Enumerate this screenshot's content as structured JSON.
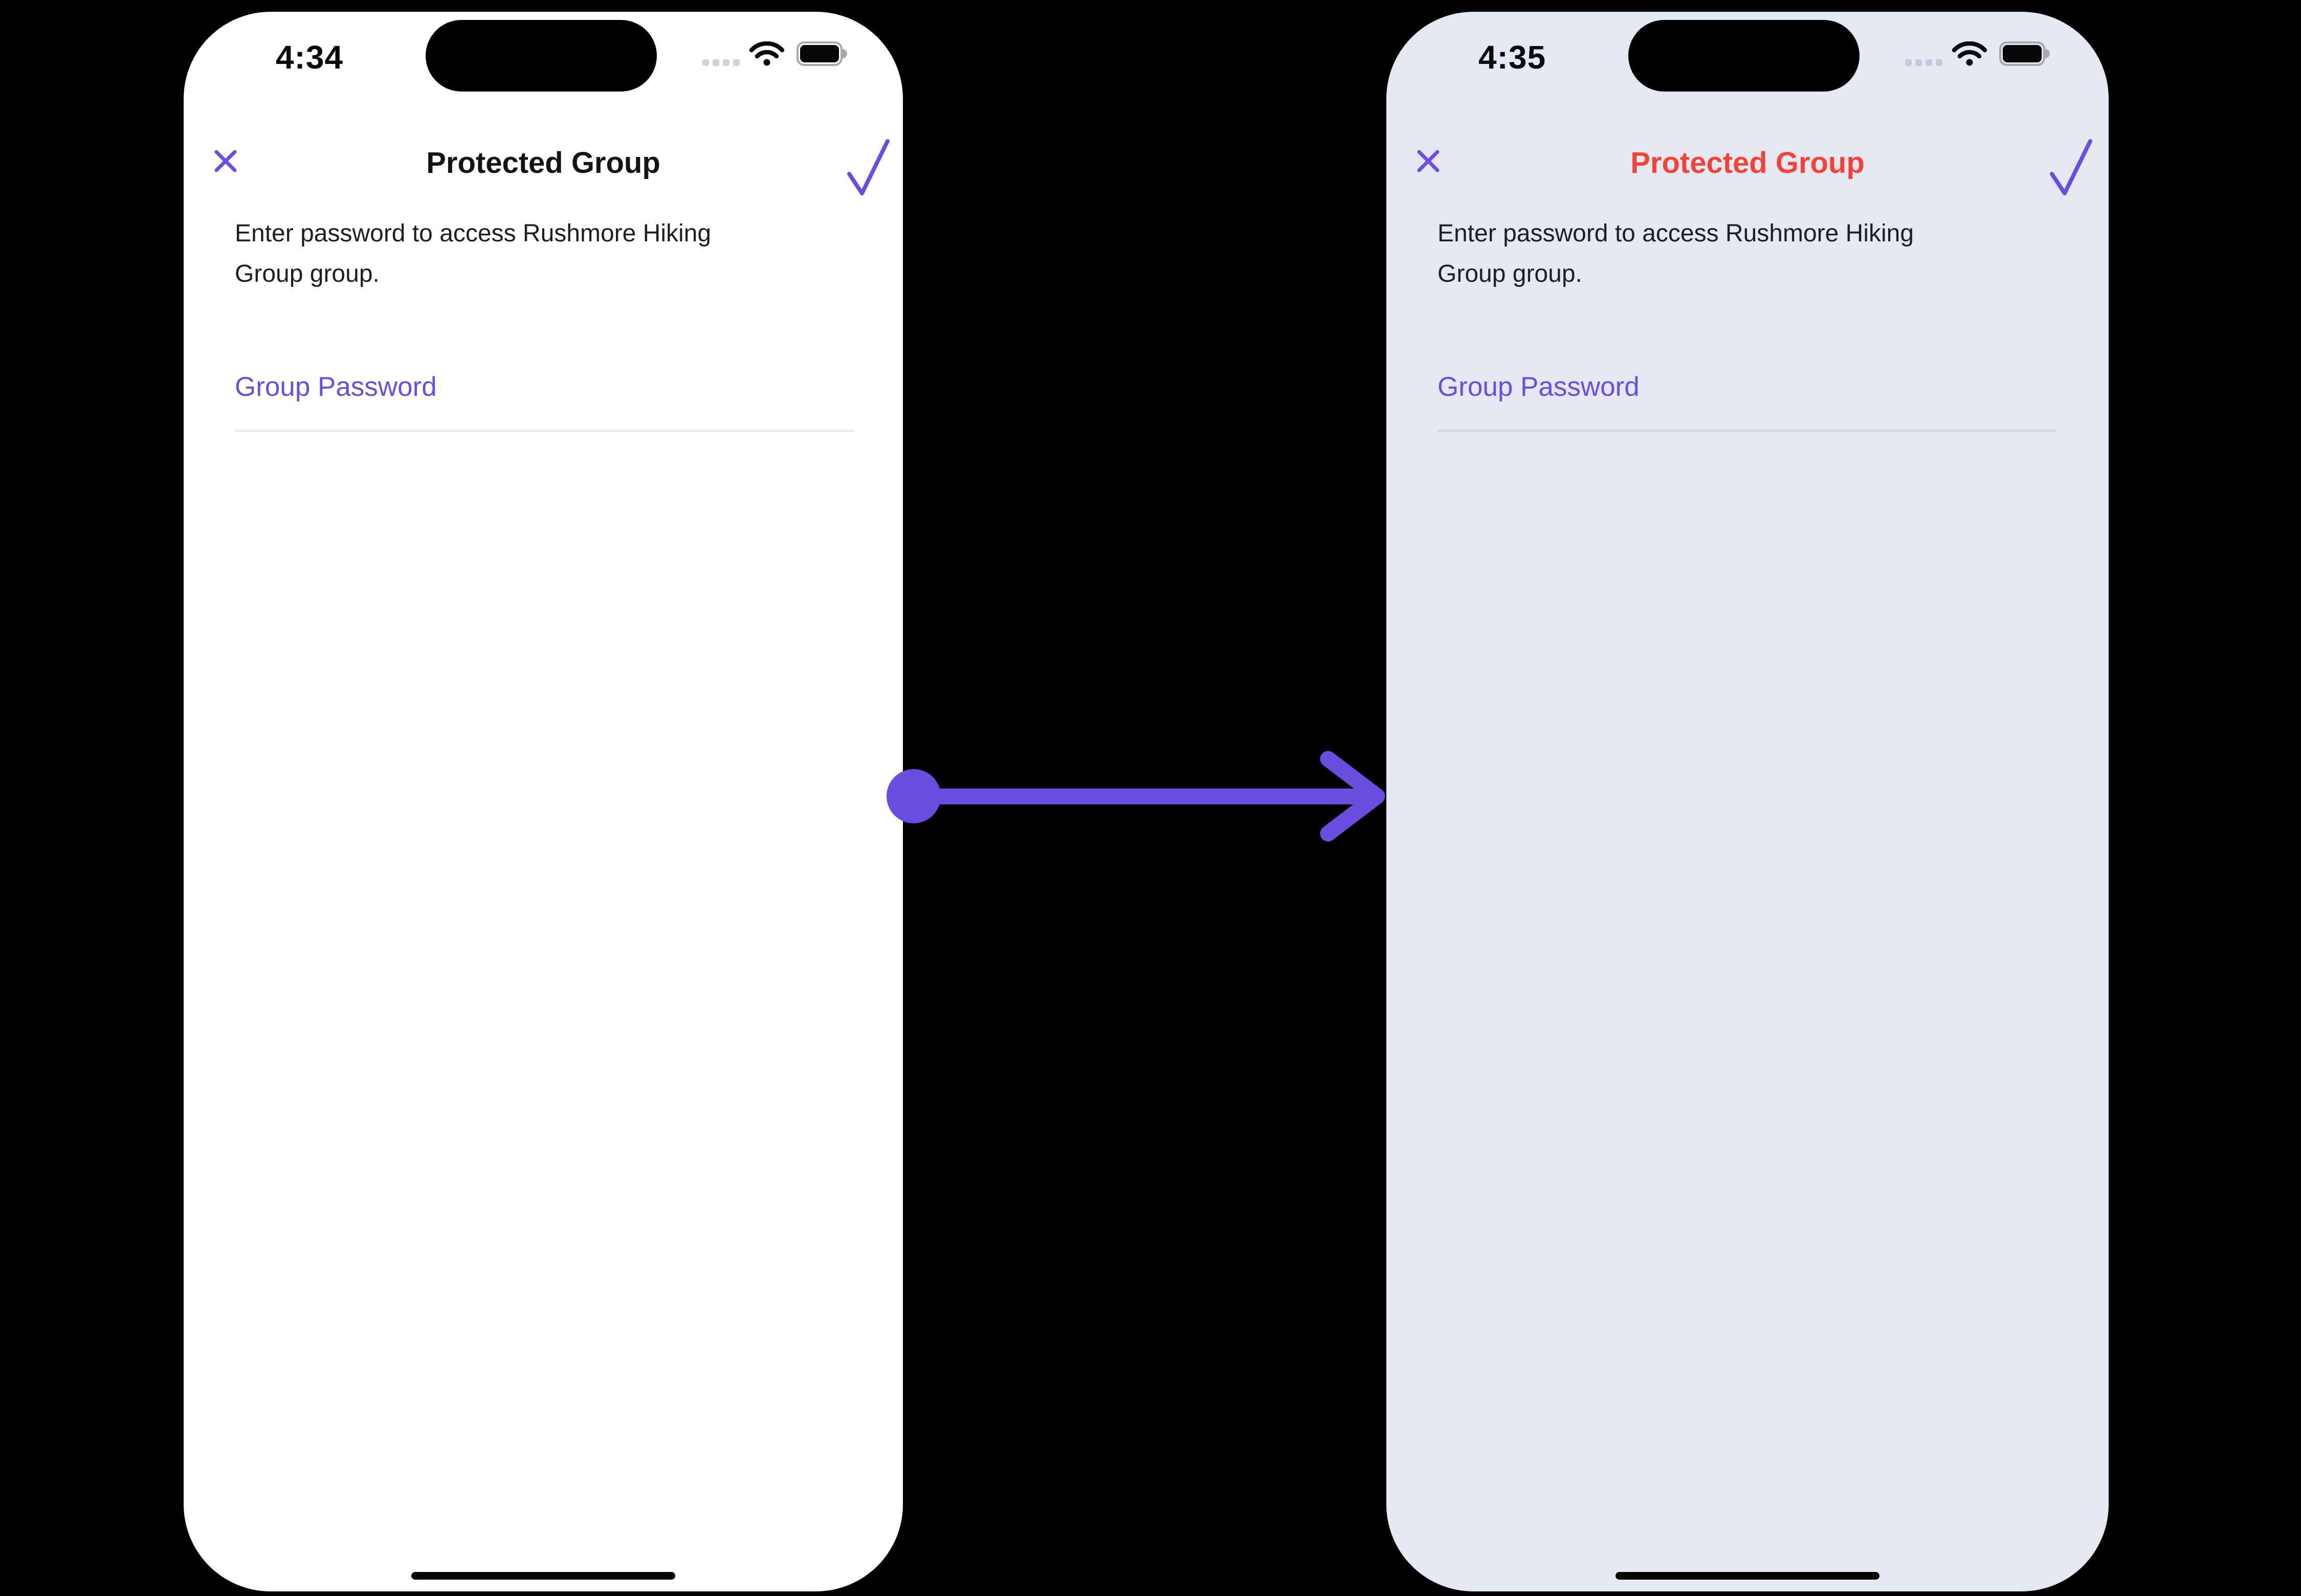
{
  "page": {
    "background_color": "#000000",
    "colors": {
      "accent_purple": "#6B4EE0",
      "title_red": "#F44336",
      "screen_white": "#FFFFFF",
      "screen_lavender": "#E4E8F3"
    }
  },
  "transition_arrow": {
    "meaning": "before state transitions to after state",
    "color": "#6B4EE0"
  },
  "phones": [
    {
      "state": "before",
      "screen_background": "#FFFFFF",
      "status_bar": {
        "time": "4:34",
        "icons": [
          "cellular-signal-dots-icon",
          "wifi-icon",
          "battery-icon"
        ]
      },
      "nav_bar": {
        "close_icon": "x-icon",
        "title": "Protected Group",
        "title_color": "#141416",
        "confirm_icon": "check-icon",
        "icon_color": "#6B4EE0"
      },
      "content": {
        "description": "Enter password to access Rushmore Hiking Group group.",
        "field_label": "Group Password"
      }
    },
    {
      "state": "after",
      "screen_background": "#E4E8F3",
      "status_bar": {
        "time": "4:35",
        "icons": [
          "cellular-signal-dots-icon",
          "wifi-icon",
          "battery-icon"
        ]
      },
      "nav_bar": {
        "close_icon": "x-icon",
        "title": "Protected Group",
        "title_color": "#F44336",
        "confirm_icon": "check-icon",
        "icon_color": "#6B4EE0"
      },
      "content": {
        "description": "Enter password to access Rushmore Hiking Group group.",
        "field_label": "Group Password"
      }
    }
  ]
}
